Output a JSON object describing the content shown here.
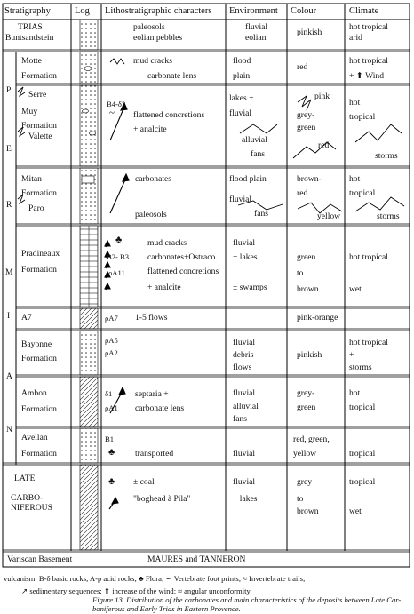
{
  "headers": {
    "stratigraphy": "Stratigraphy",
    "log": "Log",
    "litho": "Lithostratigraphic characters",
    "environment": "Environment",
    "colour": "Colour",
    "climate": "Climate"
  },
  "era_letters": [
    "P",
    "E",
    "R",
    "M",
    "I",
    "A",
    "N"
  ],
  "rows": {
    "trias": {
      "strat1": "TRIAS",
      "strat2": "Buntsandstein",
      "litho1": "paleosols",
      "litho2": "eolian pebbles",
      "env1": "fluvial",
      "env2": "eolian",
      "colour": "pinkish",
      "clim1": "hot tropical",
      "clim2": "arid"
    },
    "motte": {
      "strat1": "Motte",
      "strat2": "Formation",
      "litho1": "mud cracks",
      "litho2": "carbonate lens",
      "env1": "flood",
      "env2": "plain",
      "colour": "red",
      "clim1": "hot tropical",
      "clim2": "+ ⬆ Wind"
    },
    "muy": {
      "strat1": "Serre",
      "strat2": "Muy",
      "strat3": "Formation",
      "strat4": "Valette",
      "code": "B4-δ3",
      "litho1": "flattened concretions",
      "litho2": "+ analcite",
      "env1": "lakes +",
      "env2": "fluvial",
      "env3": "alluvial",
      "env4": "fans",
      "col1": "pink",
      "col2": "grey-",
      "col3": "green",
      "col4": "red",
      "clim1": "hot",
      "clim2": "tropical",
      "clim3": "storms"
    },
    "mitan": {
      "strat1": "Mitan",
      "strat2": "Formation",
      "strat3": "Paro",
      "litho1": "carbonates",
      "litho2": "paleosols",
      "env1": "flood plain",
      "env2": "fluvial",
      "env3": "fans",
      "col1": "brown-",
      "col2": "red",
      "col3": "yellow",
      "clim1": "hot",
      "clim2": "tropical",
      "clim3": "storms"
    },
    "pradineaux": {
      "strat1": "Pradineaux",
      "strat2": "Formation",
      "code1": "B2- B3",
      "code2": "ρA11",
      "litho1": "mud cracks",
      "litho2": "carbonates+Ostraco.",
      "litho3": "flattened concretions",
      "litho4": "+ analcite",
      "env1": "fluvial",
      "env2": "+ lakes",
      "env3": "± swamps",
      "col1": "green",
      "col2": "to",
      "col3": "brown",
      "clim1": "hot tropical",
      "clim2": "wet"
    },
    "a7": {
      "strat": "A7",
      "code": "ρA7",
      "litho": "1-5 flows",
      "colour": "pink-orange"
    },
    "bayonne": {
      "strat1": "Bayonne",
      "strat2": "Formation",
      "code1": "ρA5",
      "code2": "ρA2",
      "env1": "fluvial",
      "env2": "debris",
      "env3": "flows",
      "colour": "pinkish",
      "clim1": "hot tropical",
      "clim2": "+",
      "clim3": "storms"
    },
    "ambon": {
      "strat1": "Ambon",
      "strat2": "Formation",
      "code1": "δ1",
      "code2": "ρA1",
      "litho1": "septaria +",
      "litho2": "carbonate lens",
      "env1": "fluvial",
      "env2": "alluvial",
      "env3": "fans",
      "col1": "grey-",
      "col2": "green",
      "clim1": "hot",
      "clim2": "tropical"
    },
    "avellan": {
      "strat1": "Avellan",
      "strat2": "Formation",
      "code": "B1",
      "litho": "transported",
      "env": "fluvial",
      "col1": "red, green,",
      "col2": "yellow",
      "clim": "tropical"
    },
    "carbo": {
      "strat1": "LATE",
      "strat2": "CARBO-",
      "strat3": "NIFEROUS",
      "litho1": "± coal",
      "litho2": "\"boghead à Pila\"",
      "env1": "fluvial",
      "env2": "+ lakes",
      "col1": "grey",
      "col2": "to",
      "col3": "brown",
      "clim1": "tropical",
      "clim2": "wet"
    },
    "basement": {
      "strat": "Variscan Basement",
      "litho": "MAURES   and   TANNERON"
    }
  },
  "legend": {
    "line1a": "vulcanism: B-δ basic rocks, A-ρ acid rocks;",
    "line1b": "Flora;",
    "line1c": "Vertebrate foot prints;",
    "line1d": "Invertebrate trails;",
    "line2a": "sedimentary sequences;",
    "line2b": "increase of the wind;",
    "line2c": "≈  angular unconformity"
  },
  "caption": {
    "line1": "Figure 13.  Distribution of the carbonates and main characteristics of the deposits between Late Car-",
    "line2": "boniferous and Early Trias in Eastern Provence."
  }
}
